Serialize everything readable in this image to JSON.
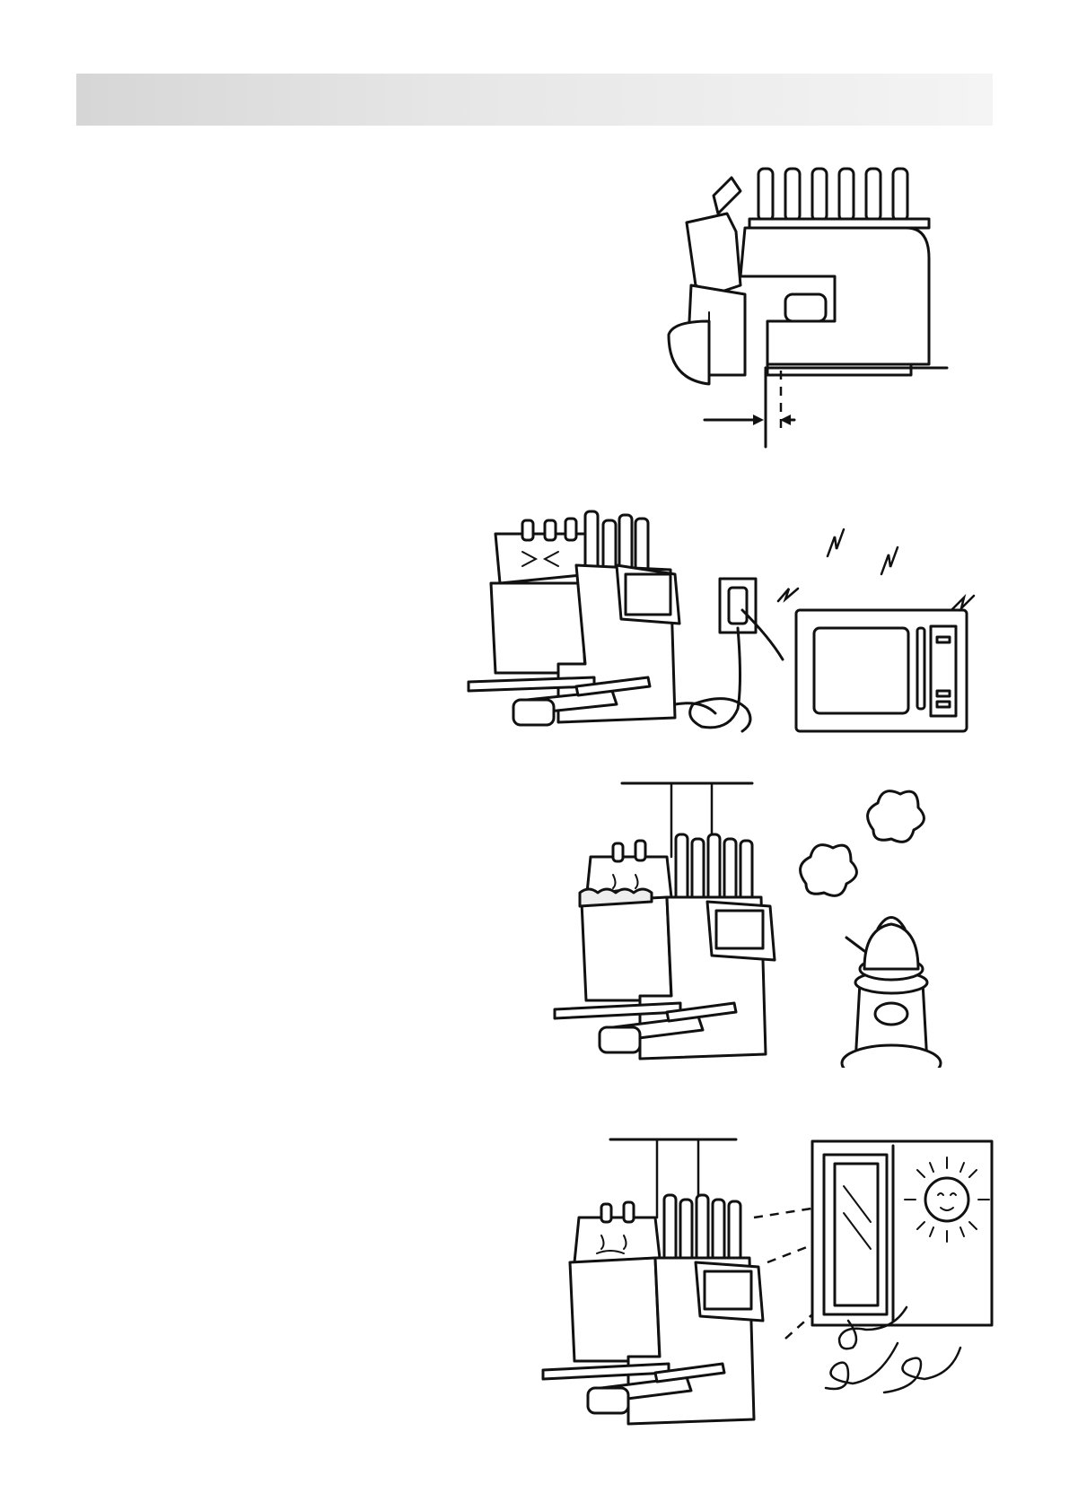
{
  "page": {
    "background": "#ffffff",
    "header_band_color": "#e2e2e2"
  },
  "illustrations": [
    {
      "name": "clearance-side-view",
      "icon": "embroidery-machine-side-icon"
    },
    {
      "name": "interference-microwave",
      "icon": "microwave-icon"
    },
    {
      "name": "humidity-kettle-heater",
      "icon": "kettle-heater-icon"
    },
    {
      "name": "direct-sunlight-window",
      "icon": "sun-window-icon"
    }
  ]
}
